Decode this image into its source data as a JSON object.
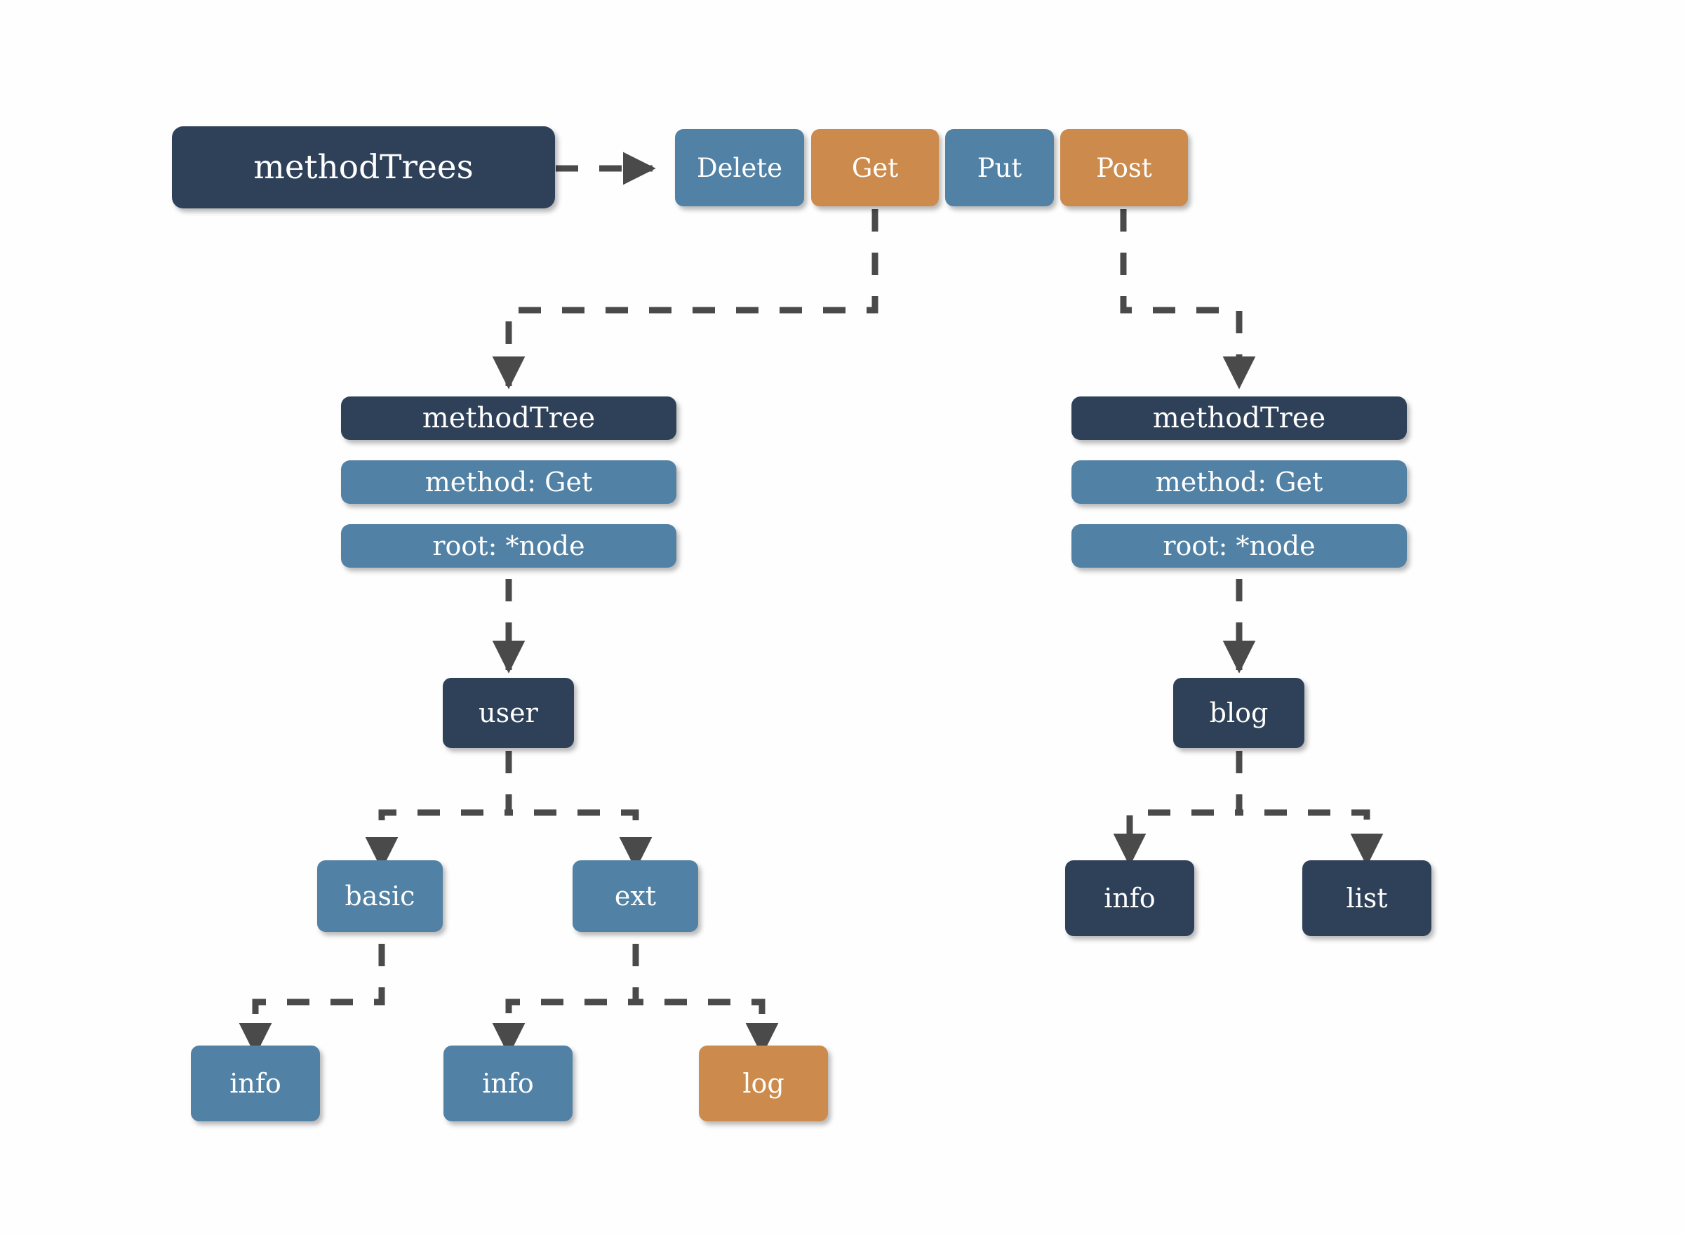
{
  "diagram": {
    "title_node": {
      "label": "methodTrees"
    },
    "method_badges": [
      {
        "label": "Delete",
        "color": "#5181A4"
      },
      {
        "label": "Get",
        "color": "#CC8B4C"
      },
      {
        "label": "Put",
        "color": "#5181A4"
      },
      {
        "label": "Post",
        "color": "#CC8B4C"
      }
    ],
    "trees": [
      {
        "id": "left",
        "source_badge": "Get",
        "struct": {
          "header": "methodTree",
          "fields": [
            {
              "label": "method: Get"
            },
            {
              "label": "root: *node"
            }
          ]
        },
        "root_node": {
          "label": "user",
          "color": "#2F4159"
        },
        "children": [
          {
            "label": "basic",
            "color": "#5181A4",
            "children": [
              {
                "label": "info",
                "color": "#5181A4"
              }
            ]
          },
          {
            "label": "ext",
            "color": "#5181A4",
            "children": [
              {
                "label": "info",
                "color": "#5181A4"
              },
              {
                "label": "log",
                "color": "#CC8B4C"
              }
            ]
          }
        ]
      },
      {
        "id": "right",
        "source_badge": "Post",
        "struct": {
          "header": "methodTree",
          "fields": [
            {
              "label": "method: Get"
            },
            {
              "label": "root: *node"
            }
          ]
        },
        "root_node": {
          "label": "blog",
          "color": "#2F4159"
        },
        "children": [
          {
            "label": "info",
            "color": "#2F4159"
          },
          {
            "label": "list",
            "color": "#2F4159"
          }
        ]
      }
    ],
    "palette": {
      "dark_navy": "#2F4159",
      "medium_blue": "#5181A4",
      "orange": "#CC8B4C",
      "connector": "#4A4A4A",
      "background": "#FEFEFE",
      "text": "#FFFFFF"
    },
    "connector_style": "dashed-orthogonal-with-arrowheads"
  }
}
